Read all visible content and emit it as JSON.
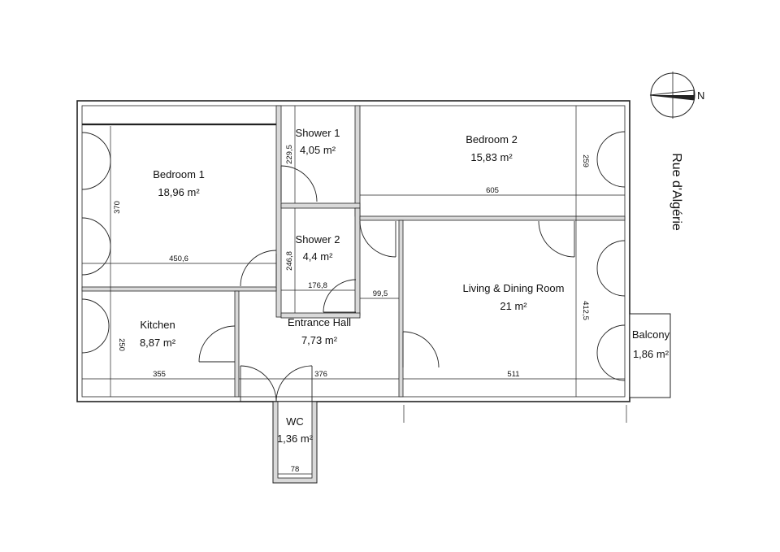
{
  "rooms": {
    "bedroom1": {
      "name": "Bedroom 1",
      "area": "18,96 m²"
    },
    "shower1": {
      "name": "Shower 1",
      "area": "4,05 m²"
    },
    "bedroom2": {
      "name": "Bedroom 2",
      "area": "15,83 m²"
    },
    "shower2": {
      "name": "Shower 2",
      "area": "4,4 m²"
    },
    "living": {
      "name": "Living & Dining Room",
      "area": "21 m²"
    },
    "kitchen": {
      "name": "Kitchen",
      "area": "8,87 m²"
    },
    "hall": {
      "name": "Entrance Hall",
      "area": "7,73 m²"
    },
    "balcony": {
      "name": "Balcony",
      "area": "1,86 m²"
    },
    "wc": {
      "name": "WC",
      "area": "1,36 m²"
    }
  },
  "dimensions": {
    "bedroom1_width": "450,6",
    "bedroom1_depth": "370",
    "shower1_depth": "229,5",
    "shower2_depth": "246,8",
    "shower2_width": "176,8",
    "hall_corridor": "99,5",
    "bedroom2_width": "605",
    "bedroom2_depth": "259",
    "living_depth": "412,5",
    "kitchen_depth": "250",
    "kitchen_width": "355",
    "hall_width": "376",
    "living_width": "511",
    "wc_width": "78"
  },
  "street_name": "Rue d'Algérie",
  "compass_label": "N"
}
